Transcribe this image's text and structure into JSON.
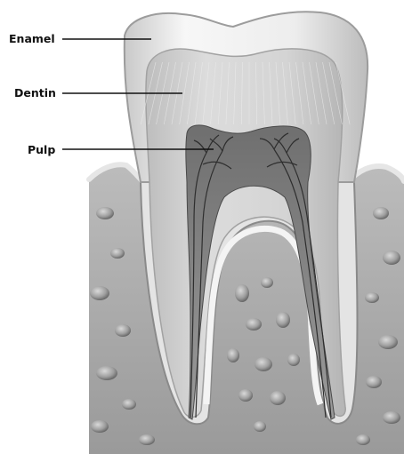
{
  "labels": {
    "enamel": "Enamel",
    "dentin": "Dentin",
    "pulp": "Pulp"
  },
  "colors": {
    "background": "#ffffff",
    "bone": "#a8a8a8",
    "bone_shadow": "#6e6e6e",
    "gum": "#bdbdbd",
    "enamel": "#efefef",
    "dentin": "#d6d6d6",
    "pulp": "#8c8c8c",
    "nerve": "#2e2e2e",
    "label_text": "#111111",
    "leader_line": "#111111"
  }
}
